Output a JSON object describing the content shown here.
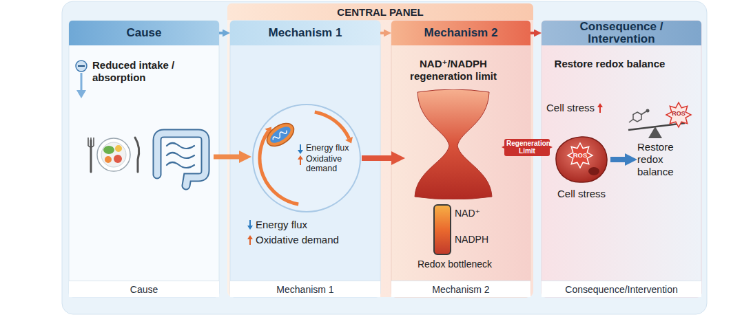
{
  "diagram": {
    "nodes": [
      {
        "text": [
          "Cause",
          "Cause"
        ]
      },
      {
        "text": [
          "CENTRAL PANEL"
        ]
      },
      {
        "text": [
          "Mechanism 1",
          "Mechanism 1"
        ],
        "in": 1
      },
      {
        "text": [
          "Mechanism 2",
          "Mechanism 2"
        ],
        "in": 1
      },
      {
        "text": [
          "Consequence / Intervention",
          "Consequence/Intervention"
        ]
      },
      {
        "text": [
          "Reduced intake / absorption"
        ],
        "in": 0
      },
      {
        "text": [
          "Energy flux",
          "Oxidative demand"
        ],
        "in": 2
      },
      {
        "text": [
          "NAD⁺/NADPH regeneration limit"
        ],
        "in": 3
      },
      {
        "text": [
          "NAD⁺",
          "NADPH",
          "Redox bottleneck"
        ],
        "in": 3
      },
      {
        "text": [
          "ROS",
          "Cell stress"
        ],
        "in": 4
      },
      {
        "text": [
          "Restore redox balance"
        ],
        "in": 4
      }
    ],
    "edges": [
      {
        "from": 0,
        "to": 2,
        "arrow": "to"
      },
      {
        "from": 2,
        "to": 3,
        "arrow": "to"
      },
      {
        "from": 3,
        "to": 4,
        "arrow": "to"
      },
      {
        "from": 5,
        "to": 6,
        "arrow": "to"
      },
      {
        "from": 6,
        "to": 7,
        "arrow": "to"
      },
      {
        "from": 7,
        "to": 9,
        "label": "Regeneration Limit",
        "arrow": "both"
      },
      {
        "from": 9,
        "to": 10,
        "arrow": "to"
      }
    ],
    "labels": [
      "Restore redox balance",
      "Cell stress",
      "ROS",
      "Energy flux",
      "Oxidative demand"
    ]
  }
}
